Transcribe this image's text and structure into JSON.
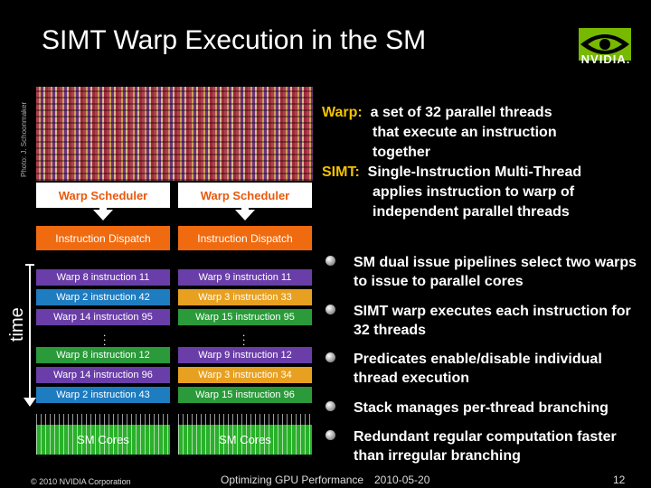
{
  "title": "SIMT Warp Execution in the SM",
  "logo": {
    "text": "NVIDIA."
  },
  "photo_credit": "Photo: J. Schoonmaker",
  "schedulers": [
    "Warp Scheduler",
    "Warp Scheduler"
  ],
  "dispatch": [
    "Instruction Dispatch",
    "Instruction Dispatch"
  ],
  "left_column": [
    {
      "label": "Warp 8 instruction 11",
      "color": "purple"
    },
    {
      "label": "Warp 2 instruction 42",
      "color": "blue"
    },
    {
      "label": "Warp 14 instruction 95",
      "color": "purple"
    },
    {
      "label": "Warp 8 instruction 12",
      "color": "green"
    },
    {
      "label": "Warp 14 instruction 96",
      "color": "purple"
    },
    {
      "label": "Warp 2 instruction 43",
      "color": "blue"
    }
  ],
  "right_column": [
    {
      "label": "Warp 9 instruction 11",
      "color": "purple"
    },
    {
      "label": "Warp 3 instruction 33",
      "color": "orange"
    },
    {
      "label": "Warp 15 instruction 95",
      "color": "green"
    },
    {
      "label": "Warp 9 instruction 12",
      "color": "purple"
    },
    {
      "label": "Warp 3 instruction 34",
      "color": "orange"
    },
    {
      "label": "Warp 15 instruction 96",
      "color": "green"
    }
  ],
  "ellipsis": "⋮",
  "cores": [
    "SM Cores",
    "SM Cores"
  ],
  "time_label": "time",
  "definitions": {
    "warp_term": "Warp:",
    "warp_def_1": "a set of 32 parallel threads",
    "warp_def_2": "that execute an instruction",
    "warp_def_3": "together",
    "simt_term": "SIMT:",
    "simt_def_1": "Single-Instruction Multi-Thread",
    "simt_def_2": "applies instruction to warp of",
    "simt_def_3": "independent parallel threads"
  },
  "bullets": [
    "SM dual issue pipelines select two warps to issue to parallel cores",
    "SIMT warp executes each instruction for 32 threads",
    "Predicates enable/disable individual thread execution",
    "Stack manages per-thread branching",
    "Redundant regular computation faster than irregular branching"
  ],
  "footer": {
    "copyright": "© 2010 NVIDIA Corporation",
    "talk": "Optimizing GPU Performance",
    "date": "2010-05-20",
    "page": "12"
  },
  "colors": {
    "orange": "#f06a10",
    "purple": "#6a3ea8",
    "blue": "#1e7cc0",
    "green": "#2a9a3a",
    "yellow": "#e8a020"
  }
}
